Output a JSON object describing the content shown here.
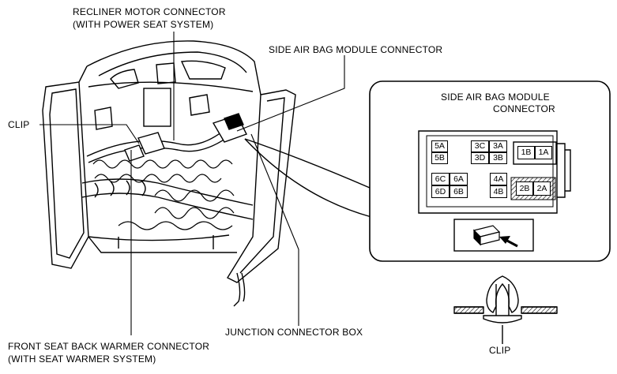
{
  "labels": {
    "recliner_line1": "RECLINER MOTOR CONNECTOR",
    "recliner_line2": "(WITH POWER SEAT SYSTEM)",
    "side_airbag": "SIDE AIR BAG MODULE CONNECTOR",
    "clip": "CLIP",
    "junction": "JUNCTION CONNECTOR BOX",
    "warmer_line1": "FRONT SEAT BACK WARMER CONNECTOR",
    "warmer_line2": "(WITH SEAT WARMER SYSTEM)",
    "detail_line1": "SIDE AIR BAG MODULE",
    "detail_line2": "CONNECTOR",
    "clip_detail": "CLIP"
  },
  "connector_pins": {
    "group1": [
      "5A",
      "5B"
    ],
    "group2": [
      "3C",
      "3A",
      "3D",
      "3B"
    ],
    "group3": [
      "1B",
      "1A"
    ],
    "group4": [
      "6C",
      "6A",
      "6D",
      "6B"
    ],
    "group5": [
      "4A",
      "4B"
    ],
    "group6": [
      "2B",
      "2A"
    ]
  },
  "colors": {
    "line": "#000000",
    "background": "#ffffff",
    "hatch": "#000000"
  },
  "icons": [
    "arrow-icon",
    "connector-plug-icon",
    "clip-icon"
  ]
}
